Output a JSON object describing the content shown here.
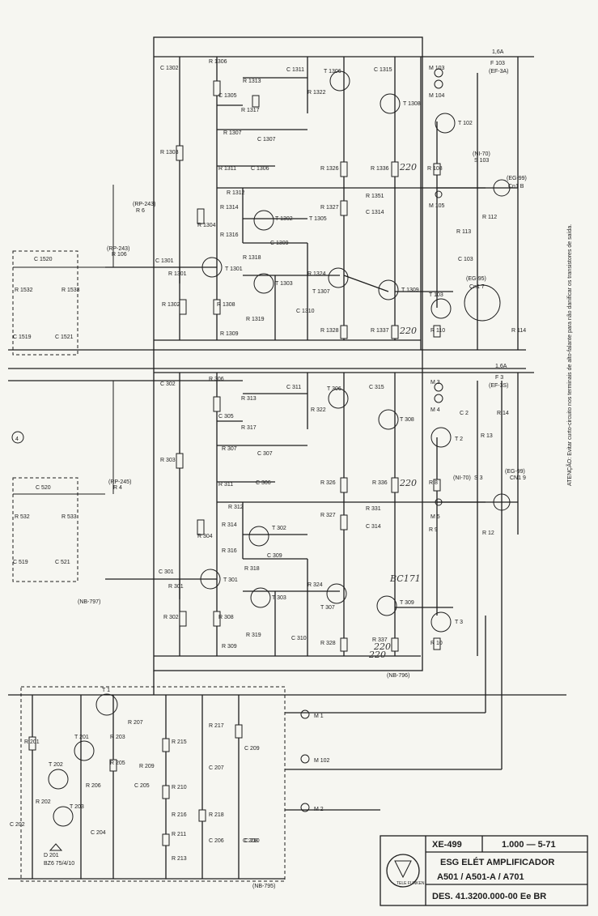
{
  "upper_channel": {
    "fuse": "F 103",
    "fuse_rating": "1,6A",
    "fuse_type": "(EF-3A)",
    "meters": [
      "M 103",
      "M 104",
      "M 105"
    ],
    "output_socket": "Cn1 B",
    "output_socket_ref": "(EG-99)",
    "speaker_socket": "Cn1 7",
    "speaker_socket_ref": "(EG-95)",
    "switch": "S 103",
    "switch_ref": "(NI-70)",
    "input_jumper": "R 106",
    "input_jumper_ref": "(RP-243)",
    "pot": "R 6",
    "pot_ref": "(RP-243)",
    "transistors": [
      "T 1306",
      "T 1308",
      "T 102",
      "T 1302",
      "T 1305",
      "T 1301",
      "T 1303",
      "T 1307",
      "T 1309",
      "T 103"
    ],
    "resistors": [
      "R 1306",
      "R 1313",
      "R 1317",
      "R 1322",
      "R 1307",
      "R 1311",
      "R 1312",
      "R 1303",
      "R 1314",
      "R 1316",
      "R 1318",
      "R 1304",
      "R 1301",
      "R 1302",
      "R 1308",
      "R 1309",
      "R 1319",
      "R 1326",
      "R 1327",
      "R 1328",
      "R 1336",
      "R 1337",
      "R 1351",
      "R 1324",
      "R 108",
      "R 110",
      "R 112",
      "R 113",
      "R 114",
      "R 1532",
      "R 1533"
    ],
    "capacitors": [
      "C 1302",
      "C 1305",
      "C 1307",
      "C 1306",
      "C 1309",
      "C 1310",
      "C 1311",
      "C 1314",
      "C 1315",
      "C 1301",
      "C 1519",
      "C 1520",
      "C 1521",
      "C 103"
    ]
  },
  "lower_channel": {
    "fuse": "F 3",
    "fuse_rating": "1,6A",
    "fuse_type": "(EF-3S)",
    "meters": [
      "M 3",
      "M 4",
      "M 5"
    ],
    "output_socket": "CN1 9",
    "output_socket_ref": "(EG-99)",
    "switch": "S 3",
    "switch_ref": "(NI-70)",
    "input_jumper": "R 4",
    "input_jumper_ref": "(RP-245)",
    "transistors": [
      "T 306",
      "T 308",
      "T 2",
      "T 302",
      "T 301",
      "T 303",
      "T 307",
      "T 309",
      "T 3"
    ],
    "resistors": [
      "R 306",
      "R 313",
      "R 317",
      "R 322",
      "R 307",
      "R 311",
      "R 312",
      "R 303",
      "R 314",
      "R 316",
      "R 318",
      "R 304",
      "R 301",
      "R 302",
      "R 308",
      "R 309",
      "R 319",
      "R 326",
      "R 327",
      "R 328",
      "R 336",
      "R 337",
      "R 331",
      "R 324",
      "R 8",
      "R 9",
      "R 10",
      "R 12",
      "R 13",
      "R 14",
      "R 532",
      "R 533"
    ],
    "capacitors": [
      "C 302",
      "C 305",
      "C 307",
      "C 306",
      "C 309",
      "C 310",
      "C 311",
      "C 314",
      "C 315",
      "C 301",
      "C 519",
      "C 520",
      "C 521",
      "C 2"
    ]
  },
  "power_supply": {
    "transistors": [
      "T 1",
      "T 201",
      "T 202",
      "T 203"
    ],
    "resistors": [
      "R 201",
      "R 202",
      "R 203",
      "R 205",
      "R 206",
      "R 207",
      "R 209",
      "R 210",
      "R 211",
      "R 213",
      "R 215",
      "R 216",
      "R 217",
      "R 218"
    ],
    "capacitors": [
      "C 202",
      "C 204",
      "C 205",
      "C 206",
      "C 207",
      "C 208",
      "C 209",
      "C 210"
    ],
    "diode": "D 201",
    "diode_value": "BZ6 75/4/10",
    "meters": [
      "M 1",
      "M 102",
      "M 2"
    ]
  },
  "board_refs": [
    "(NB-797)",
    "(NB-796)",
    "(NB-795)"
  ],
  "handwritten": [
    "220",
    "220",
    "220",
    "220",
    "220",
    "BC171"
  ],
  "warning_note": "ATENÇÃO: Evitar curto-circuito nos terminais de alto-falante para não danificar os transistores de saída.",
  "title_block": {
    "drawing_number": "XE-499",
    "revision": "1.000 — 5-71",
    "line1": "ESG ELÉT AMPLIFICADOR",
    "line2": "A501 / A501-A / A701",
    "line3": "DES. 41.3200.000-00 Ee BR",
    "logo_text": "TELE FUNKEN"
  }
}
